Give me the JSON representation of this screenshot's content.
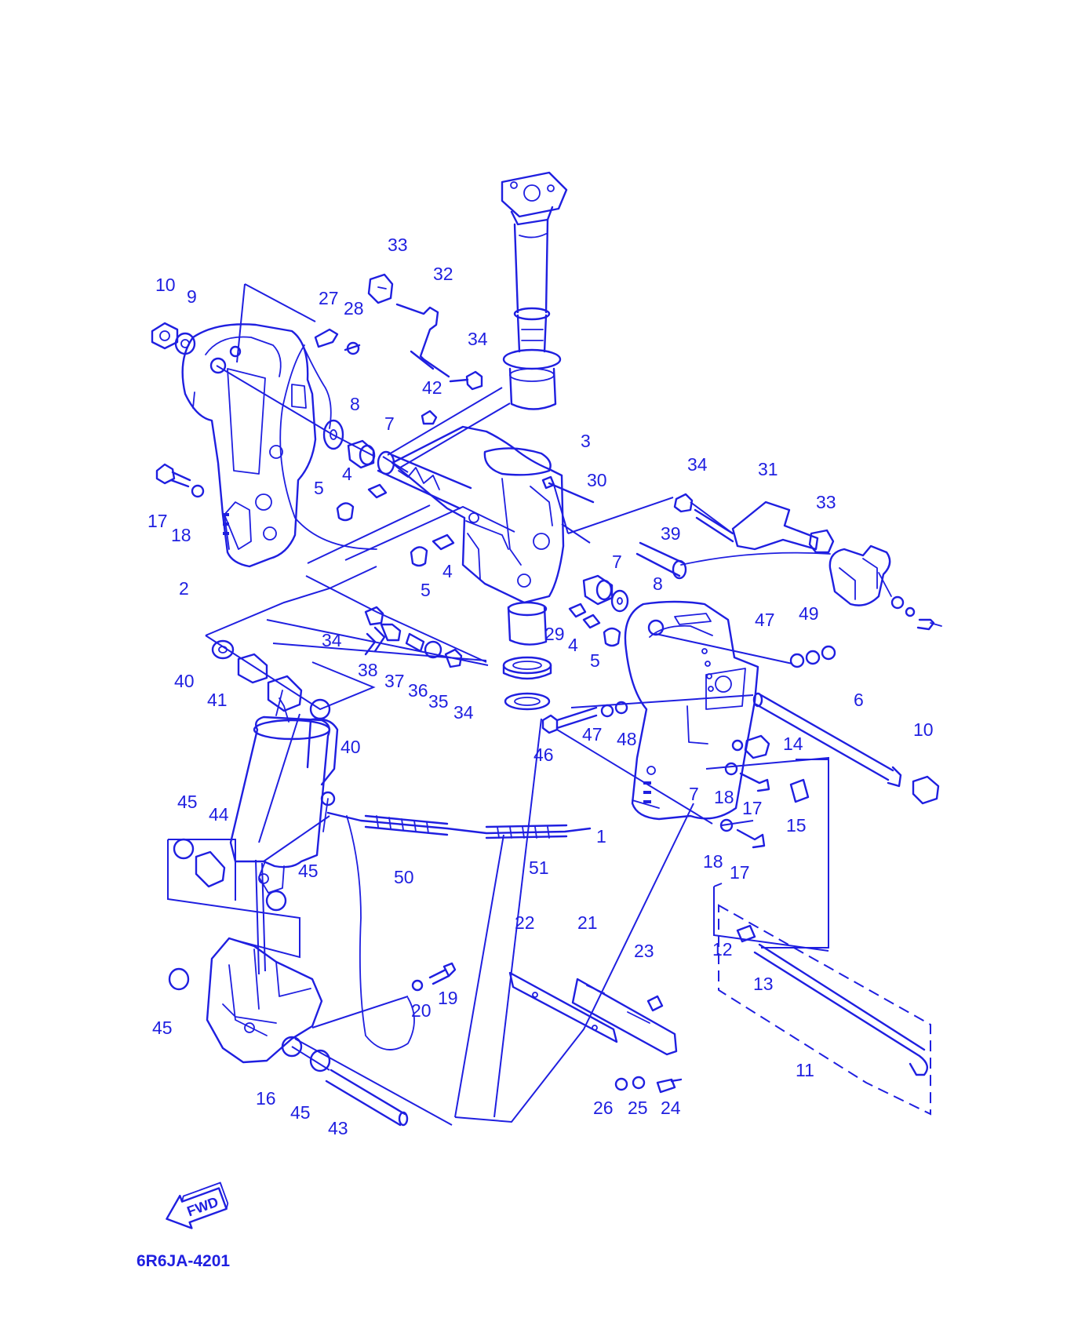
{
  "diagram_code": "6R6JA-4201",
  "direction_label": "FWD",
  "callouts": [
    {
      "id": "c1",
      "text": "1"
    },
    {
      "id": "c2",
      "text": "2"
    },
    {
      "id": "c3",
      "text": "3"
    },
    {
      "id": "c4a",
      "text": "4"
    },
    {
      "id": "c4b",
      "text": "4"
    },
    {
      "id": "c4c",
      "text": "4"
    },
    {
      "id": "c5a",
      "text": "5"
    },
    {
      "id": "c5b",
      "text": "5"
    },
    {
      "id": "c5c",
      "text": "5"
    },
    {
      "id": "c6",
      "text": "6"
    },
    {
      "id": "c7a",
      "text": "7"
    },
    {
      "id": "c7b",
      "text": "7"
    },
    {
      "id": "c7c",
      "text": "7"
    },
    {
      "id": "c8a",
      "text": "8"
    },
    {
      "id": "c8b",
      "text": "8"
    },
    {
      "id": "c9",
      "text": "9"
    },
    {
      "id": "c10a",
      "text": "10"
    },
    {
      "id": "c10b",
      "text": "10"
    },
    {
      "id": "c11",
      "text": "11"
    },
    {
      "id": "c12",
      "text": "12"
    },
    {
      "id": "c13",
      "text": "13"
    },
    {
      "id": "c14",
      "text": "14"
    },
    {
      "id": "c15",
      "text": "15"
    },
    {
      "id": "c16",
      "text": "16"
    },
    {
      "id": "c17a",
      "text": "17"
    },
    {
      "id": "c17b",
      "text": "17"
    },
    {
      "id": "c17c",
      "text": "17"
    },
    {
      "id": "c18a",
      "text": "18"
    },
    {
      "id": "c18b",
      "text": "18"
    },
    {
      "id": "c18c",
      "text": "18"
    },
    {
      "id": "c19",
      "text": "19"
    },
    {
      "id": "c20",
      "text": "20"
    },
    {
      "id": "c21",
      "text": "21"
    },
    {
      "id": "c22",
      "text": "22"
    },
    {
      "id": "c23",
      "text": "23"
    },
    {
      "id": "c24",
      "text": "24"
    },
    {
      "id": "c25",
      "text": "25"
    },
    {
      "id": "c26",
      "text": "26"
    },
    {
      "id": "c27",
      "text": "27"
    },
    {
      "id": "c28",
      "text": "28"
    },
    {
      "id": "c29",
      "text": "29"
    },
    {
      "id": "c30",
      "text": "30"
    },
    {
      "id": "c31",
      "text": "31"
    },
    {
      "id": "c32",
      "text": "32"
    },
    {
      "id": "c33a",
      "text": "33"
    },
    {
      "id": "c33b",
      "text": "33"
    },
    {
      "id": "c34a",
      "text": "34"
    },
    {
      "id": "c34b",
      "text": "34"
    },
    {
      "id": "c34c",
      "text": "34"
    },
    {
      "id": "c34d",
      "text": "34"
    },
    {
      "id": "c35",
      "text": "35"
    },
    {
      "id": "c36",
      "text": "36"
    },
    {
      "id": "c37",
      "text": "37"
    },
    {
      "id": "c38",
      "text": "38"
    },
    {
      "id": "c39",
      "text": "39"
    },
    {
      "id": "c40a",
      "text": "40"
    },
    {
      "id": "c40b",
      "text": "40"
    },
    {
      "id": "c41",
      "text": "41"
    },
    {
      "id": "c42",
      "text": "42"
    },
    {
      "id": "c43",
      "text": "43"
    },
    {
      "id": "c44",
      "text": "44"
    },
    {
      "id": "c45a",
      "text": "45"
    },
    {
      "id": "c45b",
      "text": "45"
    },
    {
      "id": "c45c",
      "text": "45"
    },
    {
      "id": "c45d",
      "text": "45"
    },
    {
      "id": "c46",
      "text": "46"
    },
    {
      "id": "c47a",
      "text": "47"
    },
    {
      "id": "c47b",
      "text": "47"
    },
    {
      "id": "c48",
      "text": "48"
    },
    {
      "id": "c49",
      "text": "49"
    },
    {
      "id": "c50",
      "text": "50"
    },
    {
      "id": "c51",
      "text": "51"
    }
  ]
}
